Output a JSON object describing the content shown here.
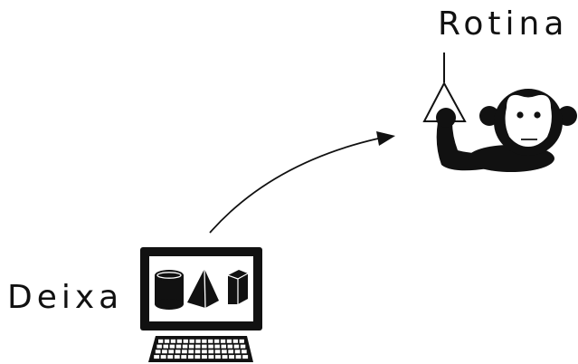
{
  "labels": {
    "top_right": "Rotina",
    "bottom_left": "Deixa"
  },
  "colors": {
    "ink": "#111111",
    "background": "#ffffff"
  },
  "icons": {
    "computer": "computer-monitor-icon",
    "keyboard": "keyboard-icon",
    "monkey": "monkey-icon",
    "lever": "lever-triangle-icon",
    "arrow": "curved-arrow"
  }
}
